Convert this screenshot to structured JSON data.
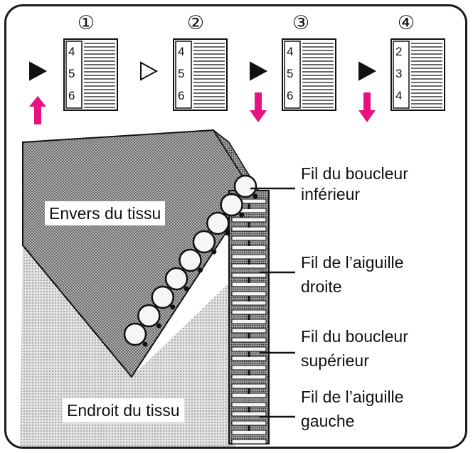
{
  "settings": [
    {
      "number": "①",
      "indicator": "filled",
      "arrow": "up",
      "dial": [
        "4",
        "5",
        "6"
      ]
    },
    {
      "number": "②",
      "indicator": "outline",
      "arrow": "none",
      "dial": [
        "4",
        "5",
        "6"
      ]
    },
    {
      "number": "③",
      "indicator": "filled",
      "arrow": "down",
      "dial": [
        "4",
        "5",
        "6"
      ]
    },
    {
      "number": "④",
      "indicator": "filled",
      "arrow": "down",
      "dial": [
        "2",
        "3",
        "4"
      ]
    }
  ],
  "fabric": {
    "wrong_side": "Envers du tissu",
    "right_side": "Endroit du tissu"
  },
  "threads": [
    {
      "line1": "Fil du boucleur",
      "line2": "inférieur"
    },
    {
      "line1": "Fil de l’aiguille",
      "line2": "droite"
    },
    {
      "line1": "Fil du boucleur",
      "line2": "supérieur"
    },
    {
      "line1": "Fil de l’aiguille",
      "line2": "gauche"
    }
  ],
  "colors": {
    "arrow": "#e8117f",
    "ink": "#111111",
    "fabric_dark": "#8a8a8a",
    "fabric_light": "#c9c9c9"
  }
}
